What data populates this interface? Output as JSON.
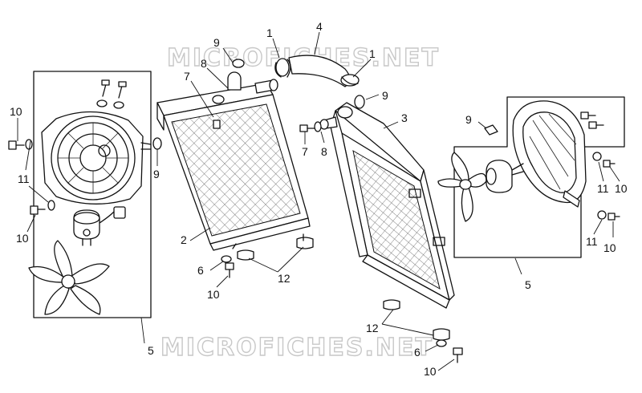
{
  "watermark": {
    "top": "MICROFICHES.NET",
    "bottom": "MICROFICHES.NET"
  },
  "callouts": {
    "c10a": "10",
    "c11a": "11",
    "c10b": "10",
    "c5a": "5",
    "c9a": "9",
    "c9b": "9",
    "c8a": "8",
    "c7a": "7",
    "c2": "2",
    "c6a": "6",
    "c10c": "10",
    "c12a": "12",
    "c1a": "1",
    "c4": "4",
    "c1b": "1",
    "c9c": "9",
    "c3": "3",
    "c7b": "7",
    "c8b": "8",
    "c12b": "12",
    "c6b": "6",
    "c10d": "10",
    "c9d": "9",
    "c11b": "11",
    "c10e": "10",
    "c11c": "11",
    "c10f": "10",
    "c5b": "5"
  }
}
